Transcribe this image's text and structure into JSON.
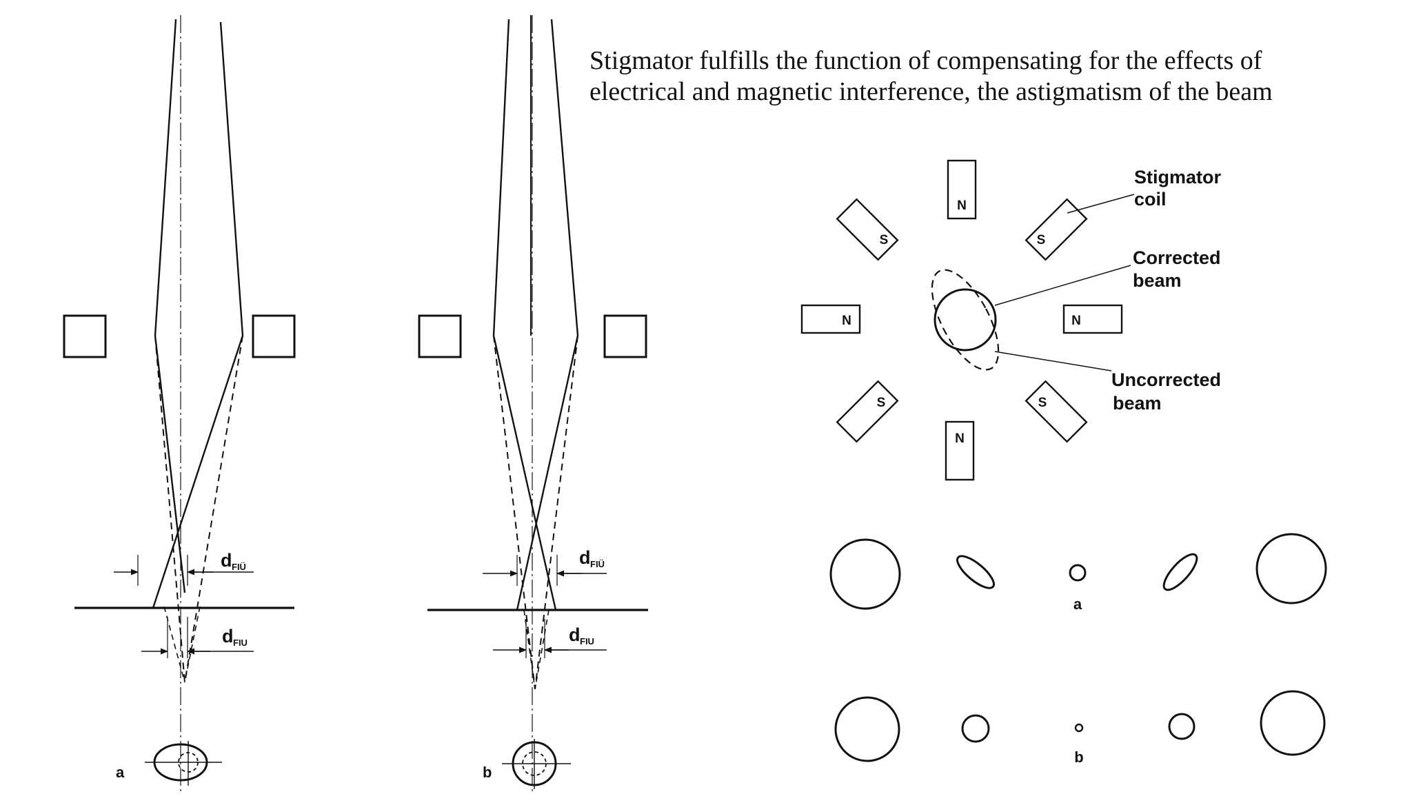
{
  "caption": {
    "line1": "Stigmator fulfills the function of compensating for the effects of",
    "line2": "electrical and magnetic interference, the astigmatism of the beam"
  },
  "ray_diagrams": {
    "a": {
      "label": "a",
      "dim_top": {
        "main": "d",
        "sub": "FIÜ"
      },
      "dim_bottom": {
        "main": "d",
        "sub": "FIU"
      }
    },
    "b": {
      "label": "b",
      "dim_top": {
        "main": "d",
        "sub": "FIÜ"
      },
      "dim_bottom": {
        "main": "d",
        "sub": "FIU"
      }
    }
  },
  "stigmator": {
    "coil_label_line1": "Stigmator",
    "coil_label_line2": "coil",
    "corrected_line1": "Corrected",
    "corrected_line2": "beam",
    "uncorrected_line1": "Uncorrected",
    "uncorrected_line2": "beam",
    "poles": {
      "top": "N",
      "bottom": "N",
      "left": "N",
      "right": "N",
      "upper_left": "S",
      "upper_right": "S",
      "lower_left": "S",
      "lower_right": "S"
    }
  },
  "spot_rows": {
    "a_label": "a",
    "b_label": "b"
  },
  "colors": {
    "ink": "#111111",
    "background": "#ffffff"
  }
}
